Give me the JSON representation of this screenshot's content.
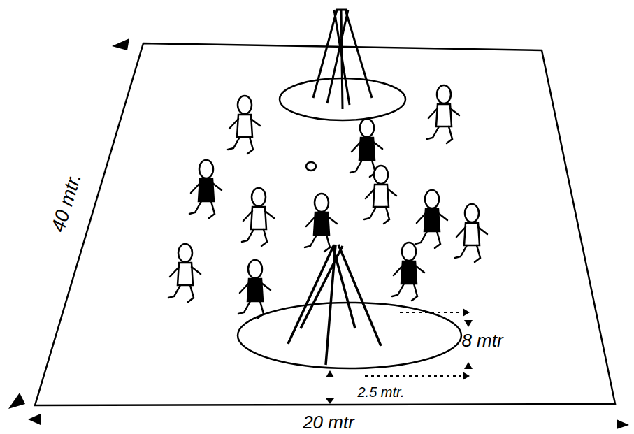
{
  "diagram": {
    "labels": [
      "40 mtr.",
      "8 mtr",
      "2.5 mtr.",
      "20 mtr"
    ]
  }
}
